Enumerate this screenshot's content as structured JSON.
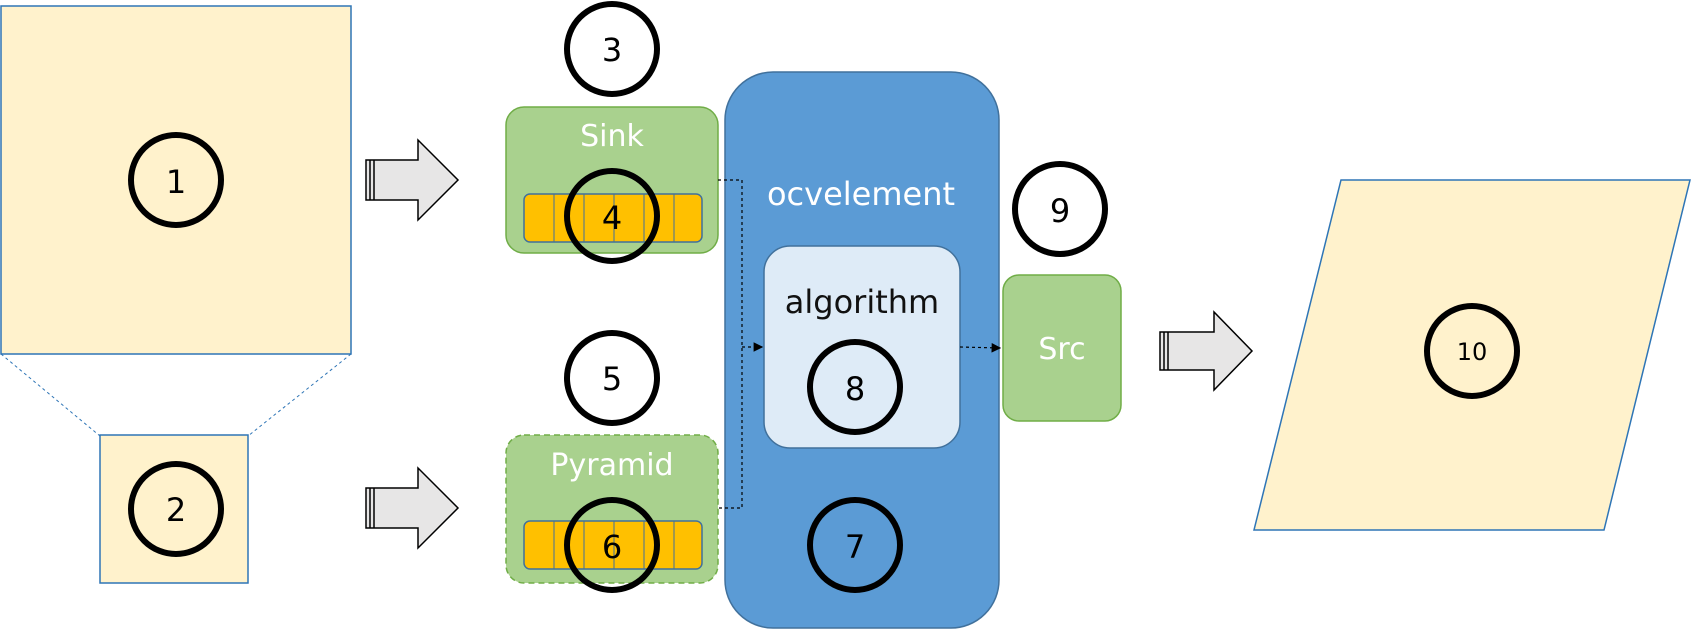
{
  "colors": {
    "cream_fill": "#FFF2CC",
    "cream_stroke": "#2E75B6",
    "green_fill": "#A9D18E",
    "green_stroke": "#70AD47",
    "blue_fill": "#5B9BD5",
    "blue_stroke": "#41719C",
    "light_blue_fill": "#DEEBF7",
    "buffer_fill": "#FFC000",
    "arrow_fill": "#E7E6E6",
    "circle_stroke": "#000000"
  },
  "labels": {
    "sink": "Sink",
    "pyramid": "Pyramid",
    "ocvelement": "ocvelement",
    "algorithm": "algorithm",
    "src": "Src"
  },
  "markers": {
    "m1": "1",
    "m2": "2",
    "m3": "3",
    "m4": "4",
    "m5": "5",
    "m6": "6",
    "m7": "7",
    "m8": "8",
    "m9": "9",
    "m10": "10"
  },
  "icons": {
    "input_arrow": "right-block-arrow-icon",
    "output_arrow": "right-block-arrow-icon",
    "connector": "dotted-connector-arrow"
  }
}
